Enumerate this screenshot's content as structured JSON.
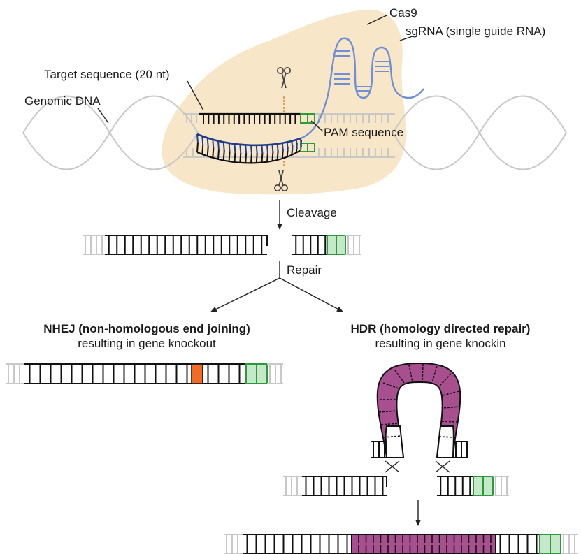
{
  "labels": {
    "cas9": "Cas9",
    "sgrna": "sgRNA (single guide RNA)",
    "target": "Target sequence (20 nt)",
    "genomic": "Genomic DNA",
    "pam": "PAM sequence",
    "cleavage": "Cleavage",
    "repair": "Repair",
    "nhej_title": "NHEJ (non-homologous end joining)",
    "nhej_sub": "resulting in gene knockout",
    "hdr_title": "HDR (homology directed repair)",
    "hdr_sub": "resulting in gene knockin"
  },
  "colors": {
    "cas9": "#f8e6c8",
    "sgrna": "#6f8fd6",
    "guide_strand": "#1f3d8a",
    "pam": "#2a9a3a",
    "pam_fill": "#c4e8c8",
    "nhej_indel": "#f26a24",
    "donor": "#a8508f",
    "backbone_grey": "#c8c8c8",
    "cut": "#e58a3a"
  },
  "icons": [
    "scissors-icon",
    "scissors-icon",
    "cross-icon",
    "cross-icon"
  ]
}
